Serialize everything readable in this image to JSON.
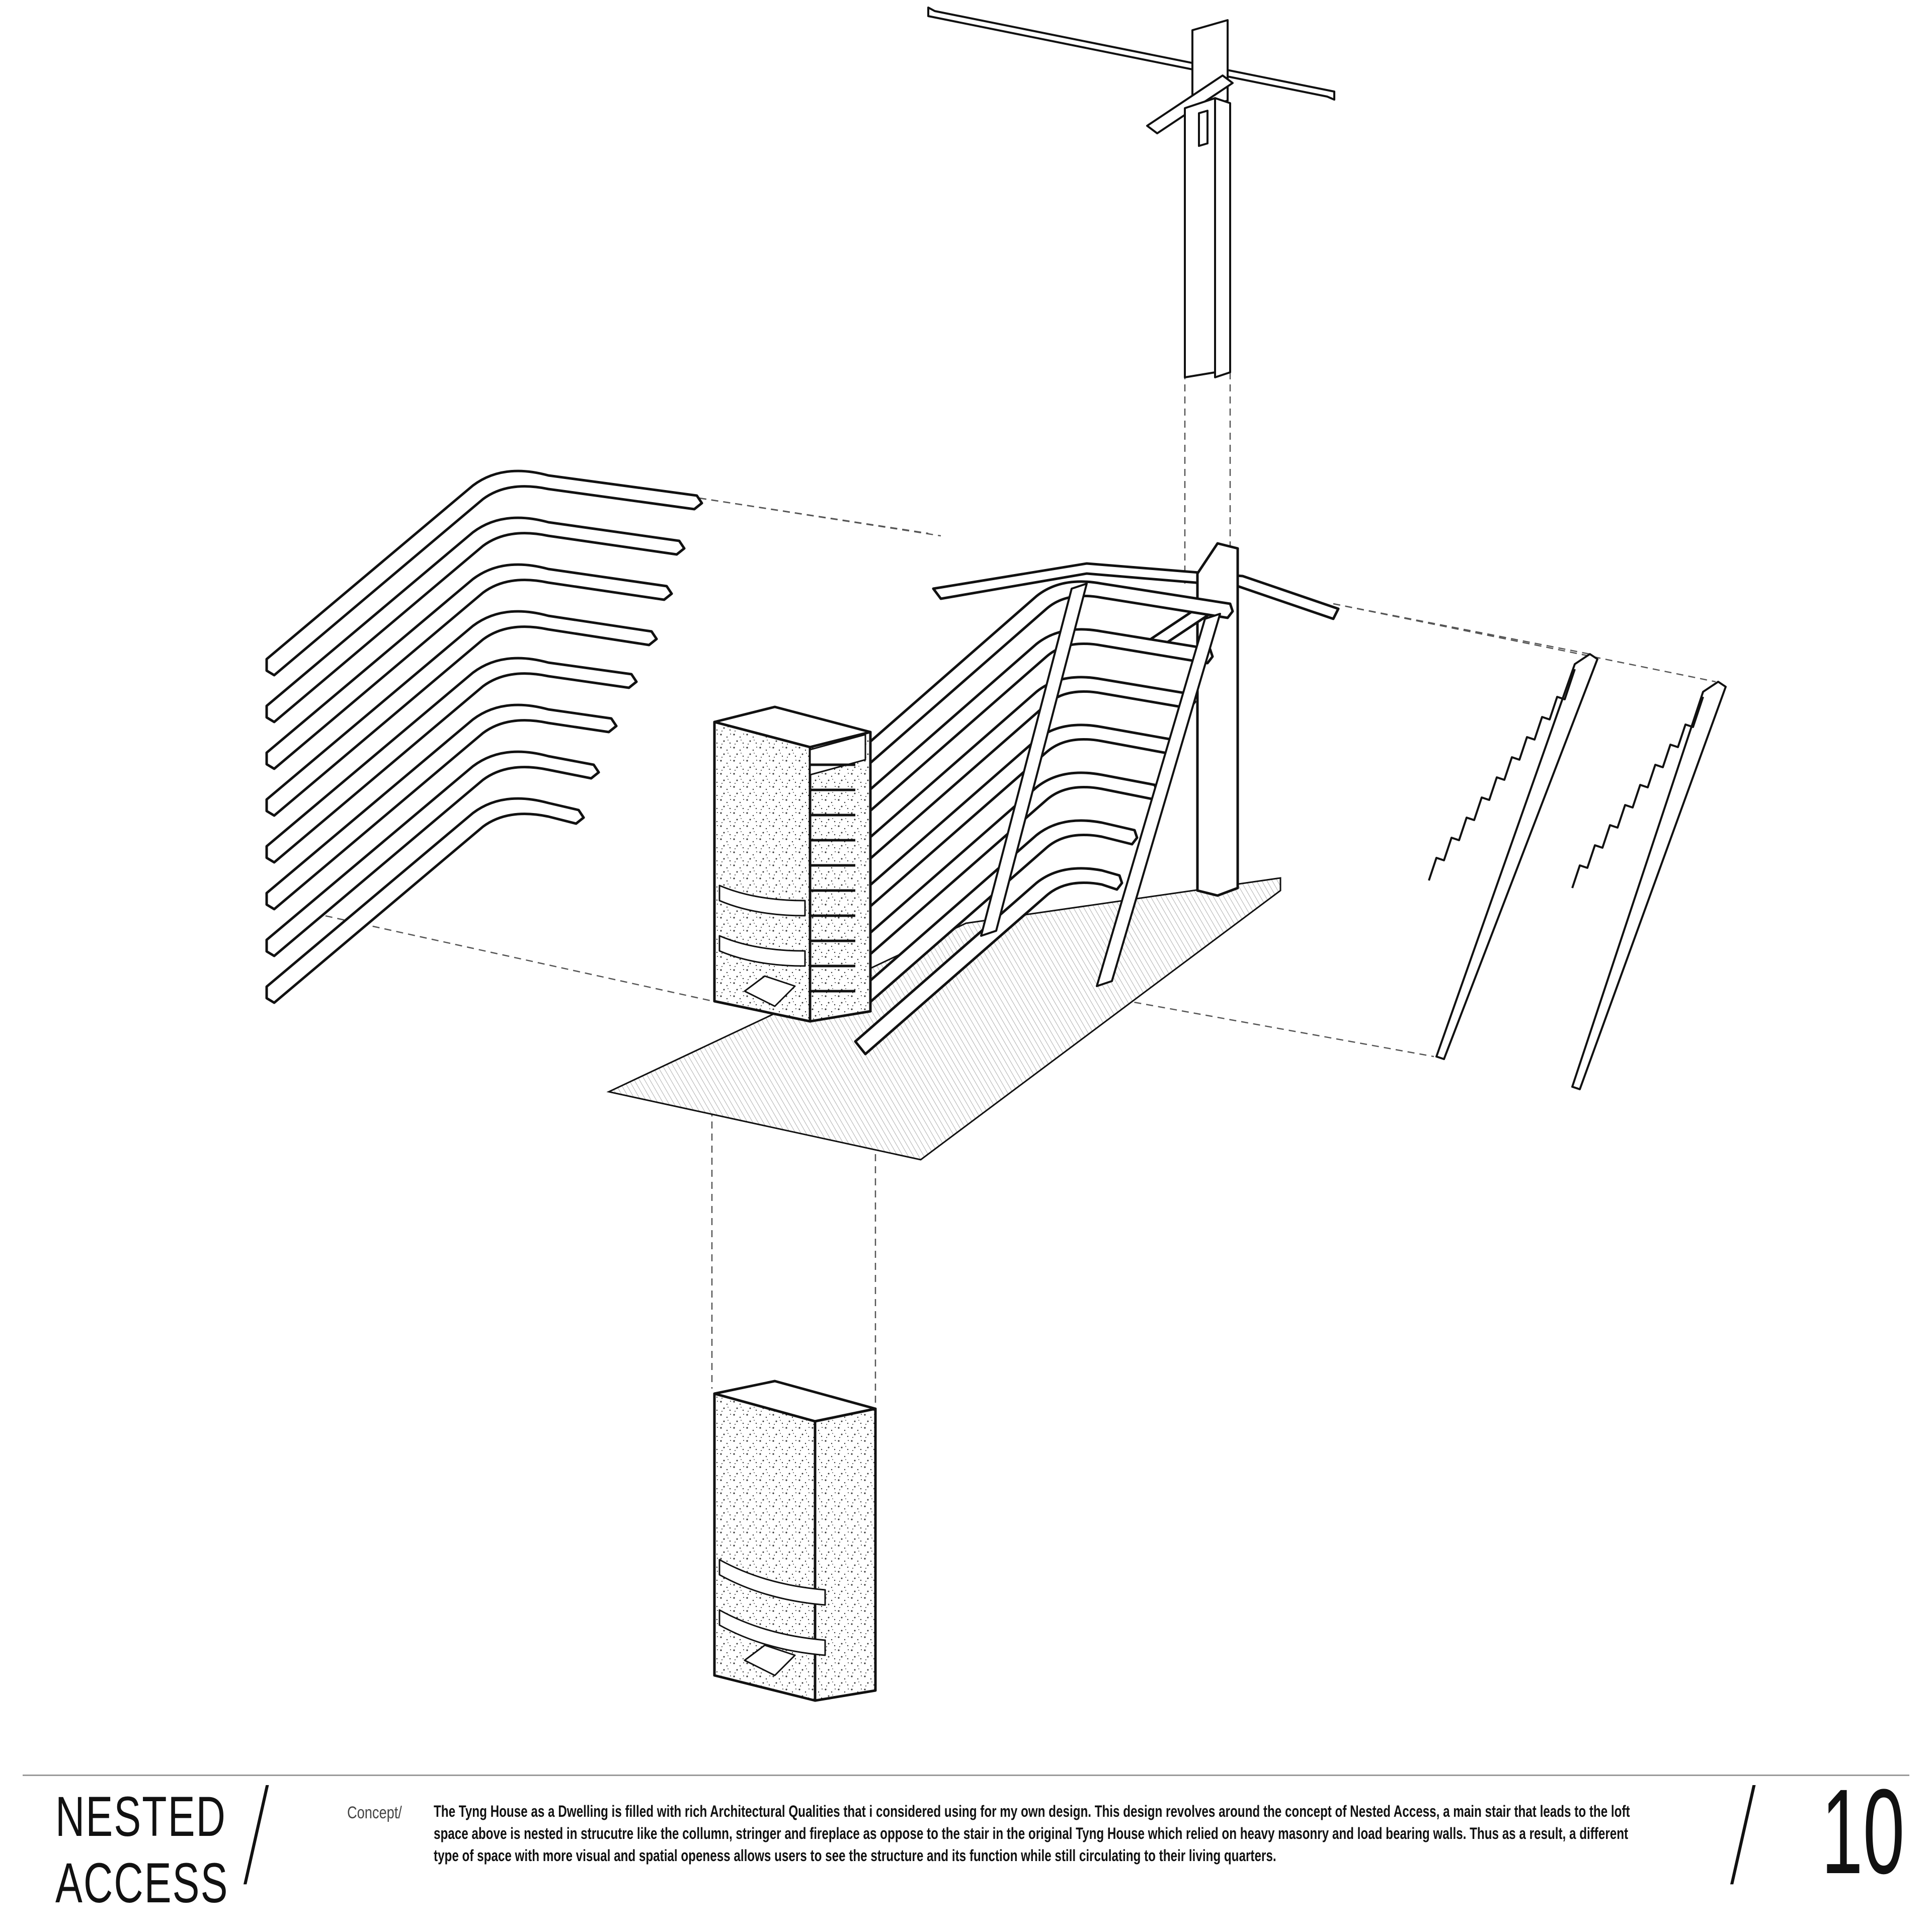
{
  "footer": {
    "title_line1": "NESTED",
    "title_line2": "ACCESS",
    "separator": "/",
    "concept_label": "Concept/",
    "description": "The Tyng House as a Dwelling is filled with rich Architectural Qualities that i considered using for my own design. This design revolves around the concept of Nested Access, a main stair that leads to the loft space above is nested in strucutre like the collumn, stringer and fireplace as oppose to the stair in the original Tyng House which relied on heavy masonry and load bearing walls. Thus as a result,  a different type of space with more visual and spatial openess allows users to see the structure and its function while still circulating to their living quarters.",
    "page_separator": "/",
    "page_number": "10"
  },
  "drawing": {
    "components": [
      "exploded-treads-icon",
      "column-beam-icon",
      "assembled-stair-icon",
      "fireplace-core-icon",
      "floor-slab-icon",
      "stringer-icon"
    ],
    "line_color": "#111111",
    "fill_color": "#ffffff"
  }
}
